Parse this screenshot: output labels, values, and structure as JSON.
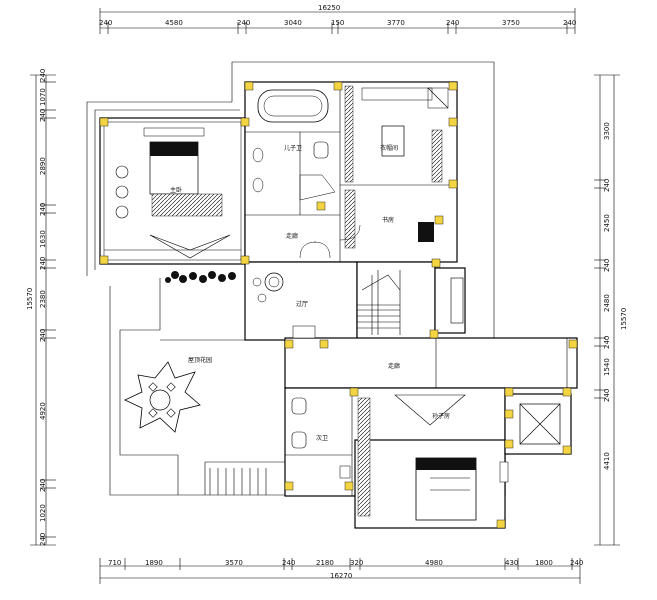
{
  "drawing": {
    "top_total": "16250",
    "top_segments": [
      "240",
      "4580",
      "240",
      "3040",
      "150",
      "3770",
      "240",
      "3750",
      "240"
    ],
    "bottom_total": "16270",
    "bottom_segments": [
      "710",
      "1890",
      "3570",
      "240",
      "2180",
      "320",
      "4980",
      "430",
      "1800",
      "240"
    ],
    "left_total": "15570",
    "left_segments": [
      "240",
      "1070",
      "240",
      "2890",
      "240",
      "1630",
      "240",
      "2380",
      "240",
      "4920",
      "240",
      "1020",
      "240"
    ],
    "right_total": "15570",
    "right_segments": [
      "3300",
      "240",
      "2450",
      "240",
      "2480",
      "240",
      "1540",
      "240",
      "4410"
    ]
  },
  "rooms": {
    "master_bedroom": "主卧",
    "child_bath": "儿子卫",
    "cloakroom": "衣帽间",
    "study": "书房",
    "corridor_upper": "走廊",
    "passage_hall": "过厅",
    "roof_garden": "屋顶花园",
    "corridor_lower": "走廊",
    "grandson_room": "孙子房",
    "second_bath": "次卫"
  },
  "colors": {
    "column": "#f3d442",
    "line": "#000000",
    "background": "#ffffff"
  }
}
